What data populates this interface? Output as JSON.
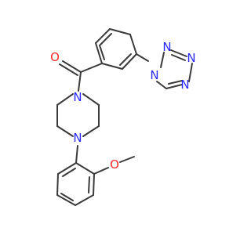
{
  "molecule": {
    "atoms": {
      "carbonyl_oxygen": "O",
      "piperazine_n_top": "N",
      "piperazine_n_bottom": "N",
      "tetrazole_n1": "N",
      "tetrazole_n2": "N",
      "tetrazole_n3": "N",
      "tetrazole_n4": "N",
      "methoxy_oxygen": "O"
    }
  },
  "colors": {
    "bond": "#3a3a3a",
    "nitrogen": "#2929ff",
    "oxygen": "#ff2a2a",
    "background": "#ffffff"
  }
}
